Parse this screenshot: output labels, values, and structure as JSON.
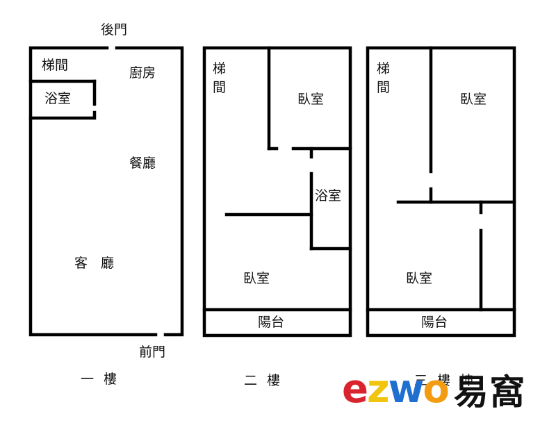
{
  "floors": [
    {
      "id": "floor-1",
      "name": "一 樓",
      "doors": {
        "back": "後門",
        "front": "前門"
      },
      "rooms": {
        "stairs": "梯間",
        "kitchen": "廚房",
        "bathroom": "浴室",
        "dining": "餐廳",
        "living": "客　廳"
      }
    },
    {
      "id": "floor-2",
      "name": "二 樓",
      "rooms": {
        "stairs_top": "梯",
        "stairs_bottom": "間",
        "bedroom_a": "臥室",
        "bathroom": "浴室",
        "bedroom_b": "臥室",
        "balcony": "陽台"
      }
    },
    {
      "id": "floor-3",
      "name": "三 樓 坤",
      "rooms": {
        "stairs_top": "梯",
        "stairs_bottom": "間",
        "bedroom_a": "臥室",
        "bedroom_b": "臥室",
        "balcony": "陽台"
      }
    }
  ],
  "watermark": {
    "latin": [
      "e",
      "z",
      "w",
      "o"
    ],
    "latin_colors": [
      "#d9232d",
      "#f1c40f",
      "#1f6fd1",
      "#f39c12"
    ],
    "cjk": "易窩"
  }
}
